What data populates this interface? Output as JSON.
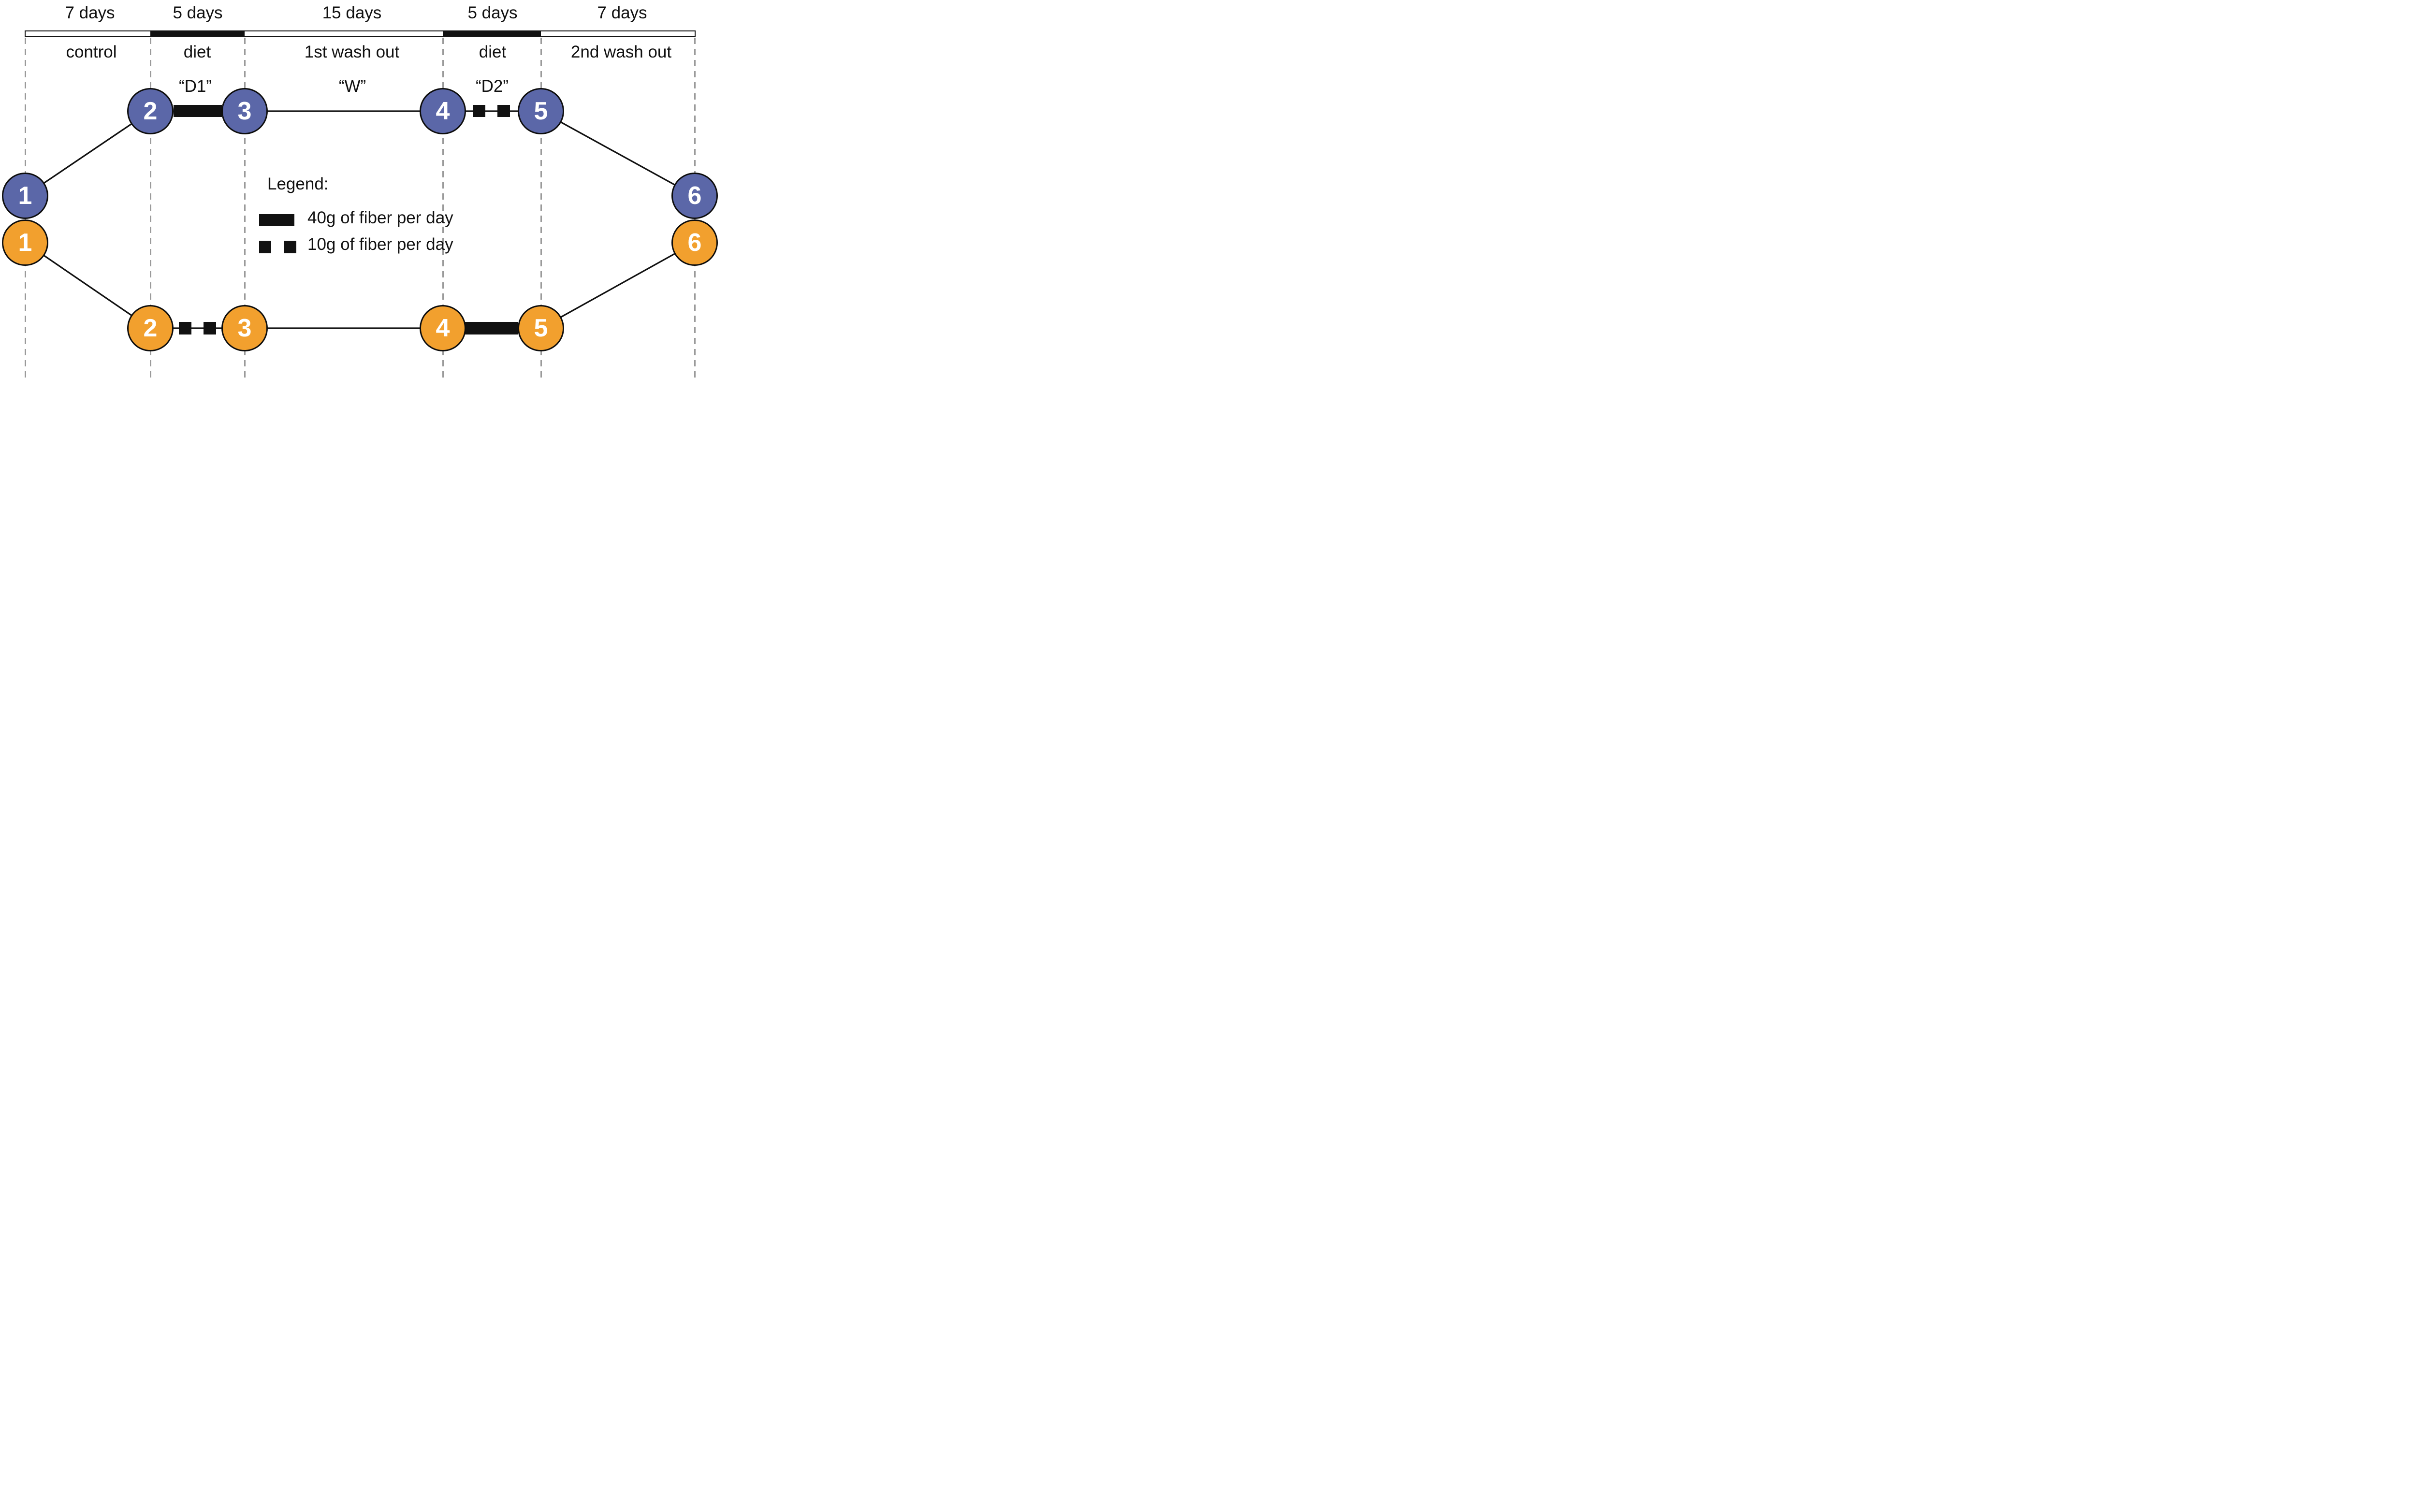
{
  "colors": {
    "arm_top": "#5b67a8",
    "arm_bottom": "#f2a02e",
    "marker": "#111111",
    "divider_dash": "#9a9a9a"
  },
  "timeline": {
    "phases": [
      {
        "duration": "7 days",
        "name": "control",
        "code": ""
      },
      {
        "duration": "5 days",
        "name": "diet",
        "code": "“D1”"
      },
      {
        "duration": "15 days",
        "name": "1st wash out",
        "code": "“W”"
      },
      {
        "duration": "5 days",
        "name": "diet",
        "code": "“D2”"
      },
      {
        "duration": "7 days",
        "name": "2nd wash out",
        "code": ""
      }
    ]
  },
  "arms": {
    "top": {
      "color_name": "blue",
      "fill": "#5b67a8",
      "nodes": [
        "1",
        "2",
        "3",
        "4",
        "5",
        "6"
      ]
    },
    "bottom": {
      "color_name": "orange",
      "fill": "#f2a02e",
      "nodes": [
        "1",
        "2",
        "3",
        "4",
        "5",
        "6"
      ]
    }
  },
  "legend": {
    "title": "Legend:",
    "items": [
      {
        "marker": "solid-bar",
        "label": "40g of fiber per day"
      },
      {
        "marker": "two-squares",
        "label": "10g of fiber per day"
      }
    ]
  }
}
